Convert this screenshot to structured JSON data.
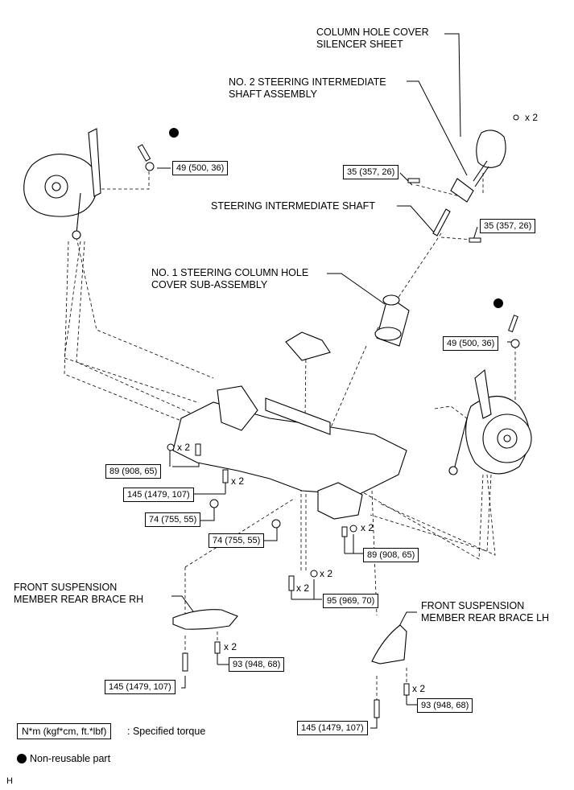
{
  "labels": {
    "column_hole_cover_silencer": [
      "COLUMN HOLE COVER",
      "SILENCER SHEET"
    ],
    "no2_intermediate_shaft": [
      "NO. 2 STEERING INTERMEDIATE",
      "SHAFT ASSEMBLY"
    ],
    "intermediate_shaft": [
      "STEERING INTERMEDIATE SHAFT"
    ],
    "no1_column_hole_cover": [
      "NO. 1 STEERING COLUMN HOLE",
      "COVER SUB-ASSEMBLY"
    ],
    "rear_brace_rh": [
      "FRONT SUSPENSION",
      "MEMBER REAR BRACE RH"
    ],
    "rear_brace_lh": [
      "FRONT SUSPENSION",
      "MEMBER REAR BRACE LH"
    ]
  },
  "torques": {
    "t49_left": "49 (500, 36)",
    "t35_upper": "35 (357, 26)",
    "t35_lower": "35 (357, 26)",
    "t49_right": "49 (500, 36)",
    "t89_left": "89 (908, 65)",
    "t145_mid": "145 (1479, 107)",
    "t74_a": "74 (755, 55)",
    "t74_b": "74 (755, 55)",
    "t89_right": "89 (908, 65)",
    "t95": "95 (969, 70)",
    "t93_rh": "93 (948, 68)",
    "t145_rh": "145 (1479, 107)",
    "t93_lh": "93 (948, 68)",
    "t145_lh": "145 (1479, 107)"
  },
  "multipliers": {
    "m_silencer": "x 2",
    "m_89_left": "x 2",
    "m_145_mid": "x 2",
    "m_89_right": "x 2",
    "m_95_upper": "x 2",
    "m_95_lower": "x 2",
    "m_93_rh": "x 2",
    "m_93_lh": "x 2"
  },
  "legend": {
    "torque_unit": "N*m (kgf*cm, ft.*lbf)",
    "torque_desc": ": Specified torque",
    "nonreusable_desc": "Non-reusable part"
  },
  "footer_code": "H"
}
